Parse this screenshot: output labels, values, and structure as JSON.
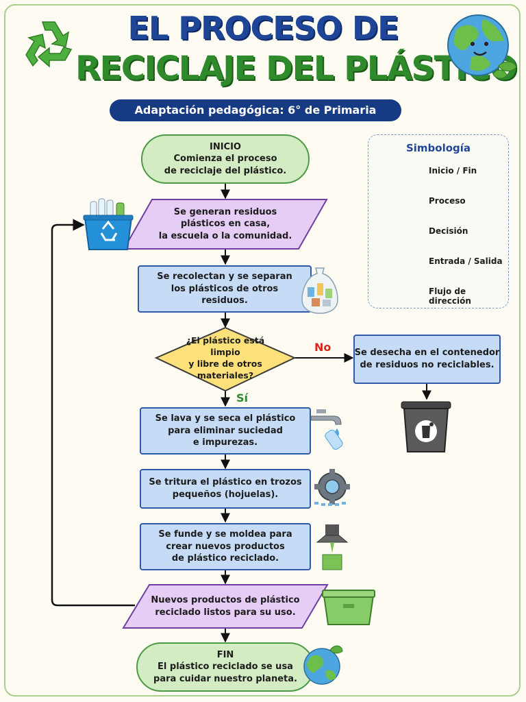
{
  "title": {
    "line1": "EL PROCESO DE",
    "line2": "RECICLAJE DEL PLÁSTICO",
    "subtitle": "Adaptación pedagógica: 6° de Primaria"
  },
  "nodes": {
    "start": {
      "header": "INICIO",
      "text": "Comienza el proceso\nde reciclaje del plástico."
    },
    "generate": {
      "text": "Se generan residuos\nplásticos en casa,\nla escuela o la comunidad."
    },
    "collect": {
      "text": "Se recolectan y se separan\nlos plásticos de otros\nresiduos."
    },
    "decision": {
      "text": "¿El plástico está limpio\ny libre de otros\nmateriales?"
    },
    "discard": {
      "text": "Se desecha en el contenedor\nde residuos no reciclables."
    },
    "wash": {
      "text": "Se lava y se seca el plástico\npara eliminar suciedad\ne impurezas."
    },
    "shred": {
      "text": "Se tritura el plástico en trozos\npequeños (hojuelas)."
    },
    "melt": {
      "text": "Se funde y se moldea para\ncrear nuevos productos\nde plástico reciclado."
    },
    "products": {
      "text": "Nuevos productos de plástico\nreciclado listos para su uso."
    },
    "end": {
      "header": "FIN",
      "text": "El plástico reciclado se usa\npara cuidar nuestro planeta."
    }
  },
  "branches": {
    "no": "No",
    "yes": "Sí"
  },
  "legend": {
    "title": "Simbología",
    "items": [
      {
        "label": "Inicio / Fin",
        "shape": "terminal"
      },
      {
        "label": "Proceso",
        "shape": "process"
      },
      {
        "label": "Decisión",
        "shape": "decision"
      },
      {
        "label": "Entrada / Salida",
        "shape": "io"
      },
      {
        "label": "Flujo de dirección",
        "shape": "arrow"
      }
    ]
  },
  "colors": {
    "terminal_fill": "#d3ecc3",
    "terminal_stroke": "#4d9a45",
    "process_fill": "#c6dcf6",
    "process_stroke": "#2f5aa8",
    "decision_fill": "#fce07a",
    "decision_stroke": "#3b3b3b",
    "io_fill": "#e6cdf5",
    "io_stroke": "#6d3fa0",
    "no_label": "#d9261c",
    "yes_label": "#2e8a2a",
    "title_blue": "#1f4597",
    "title_green": "#2e8a2a"
  },
  "icons": [
    "recycle-icon",
    "earth-icon",
    "recycle-bin-icon",
    "trash-bag-icon",
    "trash-can-icon",
    "faucet-icon",
    "shredder-gear-icon",
    "mold-press-icon",
    "storage-box-icon",
    "earth-small-icon"
  ]
}
